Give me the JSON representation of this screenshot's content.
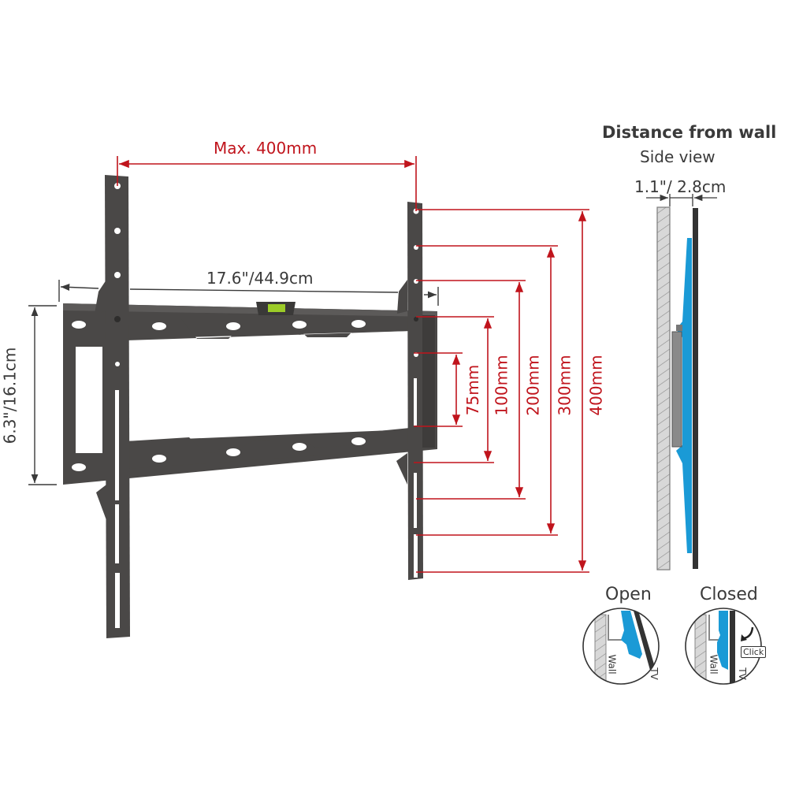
{
  "diagram": {
    "subject": "Fixed TV wall mount bracket",
    "colors": {
      "dimension_red": "#c0141c",
      "bracket_gray": "#4a4847",
      "tv_blue": "#1a9ad6",
      "wall_hatch": "#bdbdbd",
      "text_dark": "#3a3a3a"
    },
    "front_view": {
      "max_width_label": "Max. 400mm",
      "plate_width_label": "17.6\"/44.9cm",
      "plate_height_label": "6.3\"/16.1cm",
      "vesa_vertical_labels": [
        "75mm",
        "100mm",
        "200mm",
        "300mm",
        "400mm"
      ]
    },
    "side_view": {
      "title": "Distance from wall",
      "subtitle": "Side view",
      "distance_label": "1.1\"/ 2.8cm"
    },
    "insets": [
      {
        "title": "Open",
        "wall_label": "Wall",
        "tv_label": "TV"
      },
      {
        "title": "Closed",
        "wall_label": "Wall",
        "tv_label": "TV",
        "click_label": "Click"
      }
    ]
  }
}
